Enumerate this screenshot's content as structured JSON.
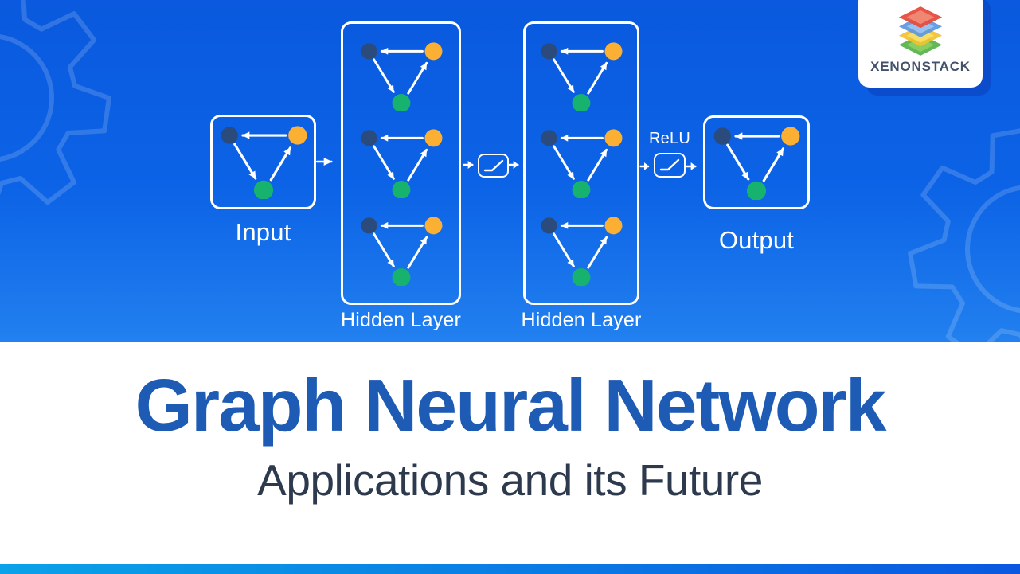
{
  "brand": {
    "name": "XENONSTACK"
  },
  "hero": {
    "labels": {
      "input": "Input",
      "output": "Output",
      "relu": "ReLU"
    },
    "hidden_layers": [
      {
        "label": "Hidden Layer"
      },
      {
        "label": "Hidden Layer"
      }
    ],
    "node_colors": {
      "node_a": "#2a4b7c",
      "node_b": "#fbb033",
      "node_c": "#17b26e"
    },
    "background": {
      "top": "#0a59de",
      "bottom": "#2280ef"
    }
  },
  "title": {
    "heading": "Graph Neural Network",
    "subheading": "Applications and its Future",
    "heading_color": "#1d5bb4",
    "subheading_color": "#2d3a4d"
  },
  "footer_bar": {
    "gradient_left": "#0aa2e8",
    "gradient_right": "#0a58e0"
  }
}
